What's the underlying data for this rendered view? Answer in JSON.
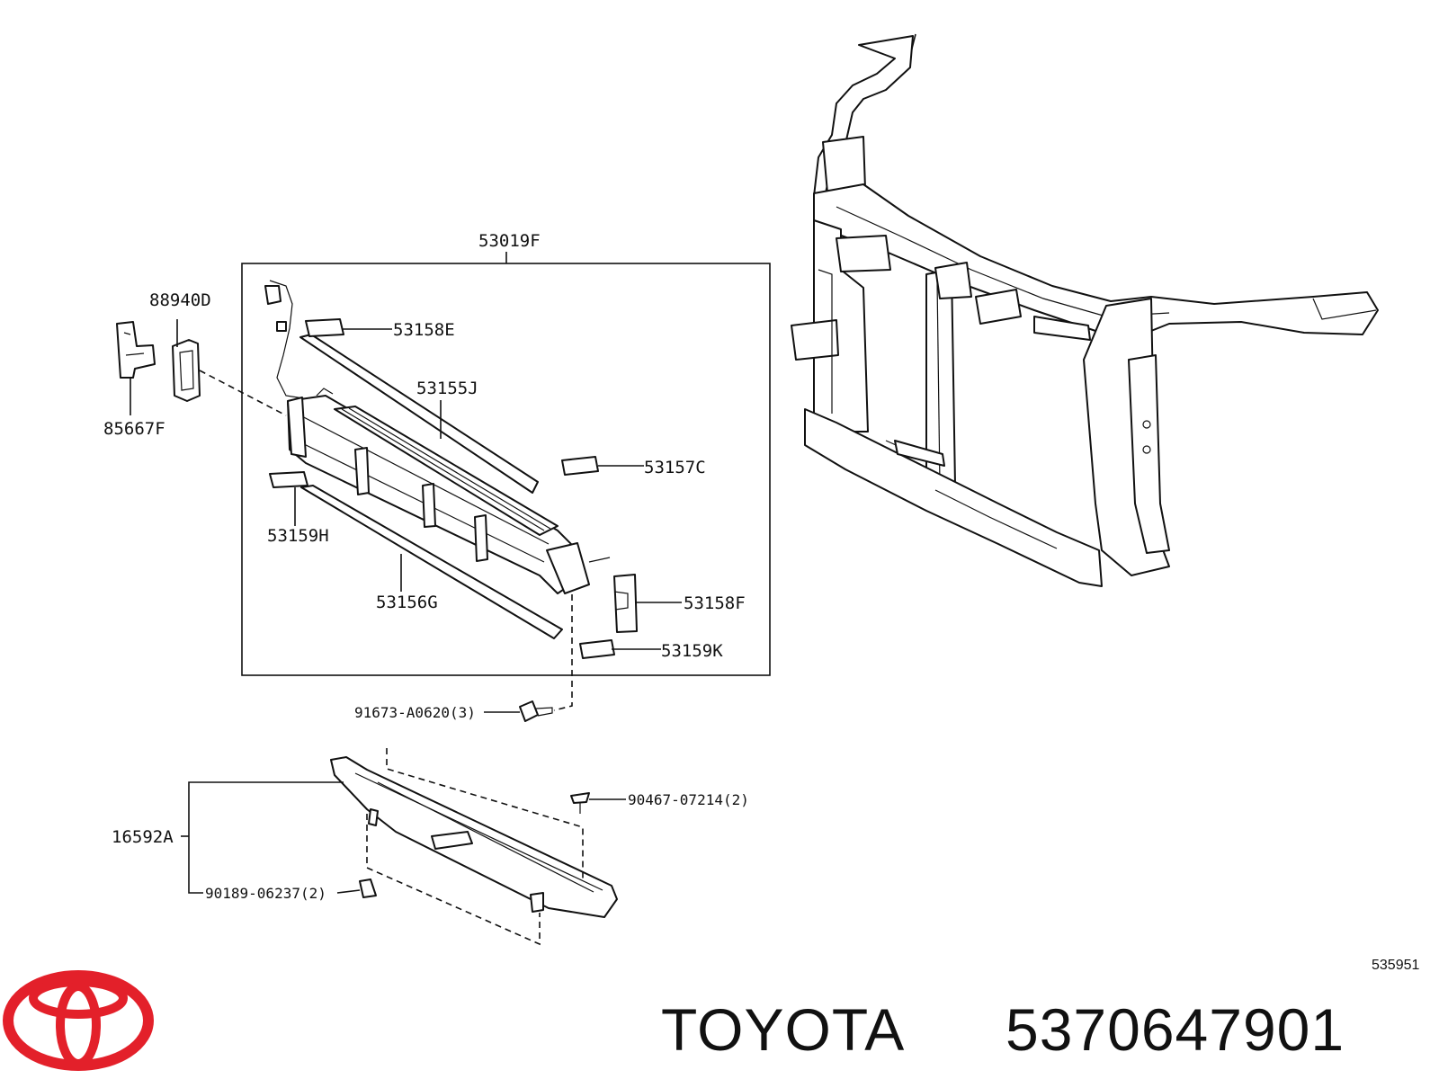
{
  "callouts": {
    "c53019F": "53019F",
    "c88940D": "88940D",
    "c85667F": "85667F",
    "c53158E": "53158E",
    "c53155J": "53155J",
    "c53157C": "53157C",
    "c53159H": "53159H",
    "c53156G": "53156G",
    "c53158F": "53158F",
    "c53159K": "53159K",
    "c91673": "91673-A0620(3)",
    "c90467": "90467-07214(2)",
    "c16592A": "16592A",
    "c90189": "90189-06237(2)"
  },
  "diagram_ref": "535951",
  "footer": {
    "brand": "TOYOTA",
    "part_number": "5370647901",
    "logo_color": "#e3202a"
  }
}
